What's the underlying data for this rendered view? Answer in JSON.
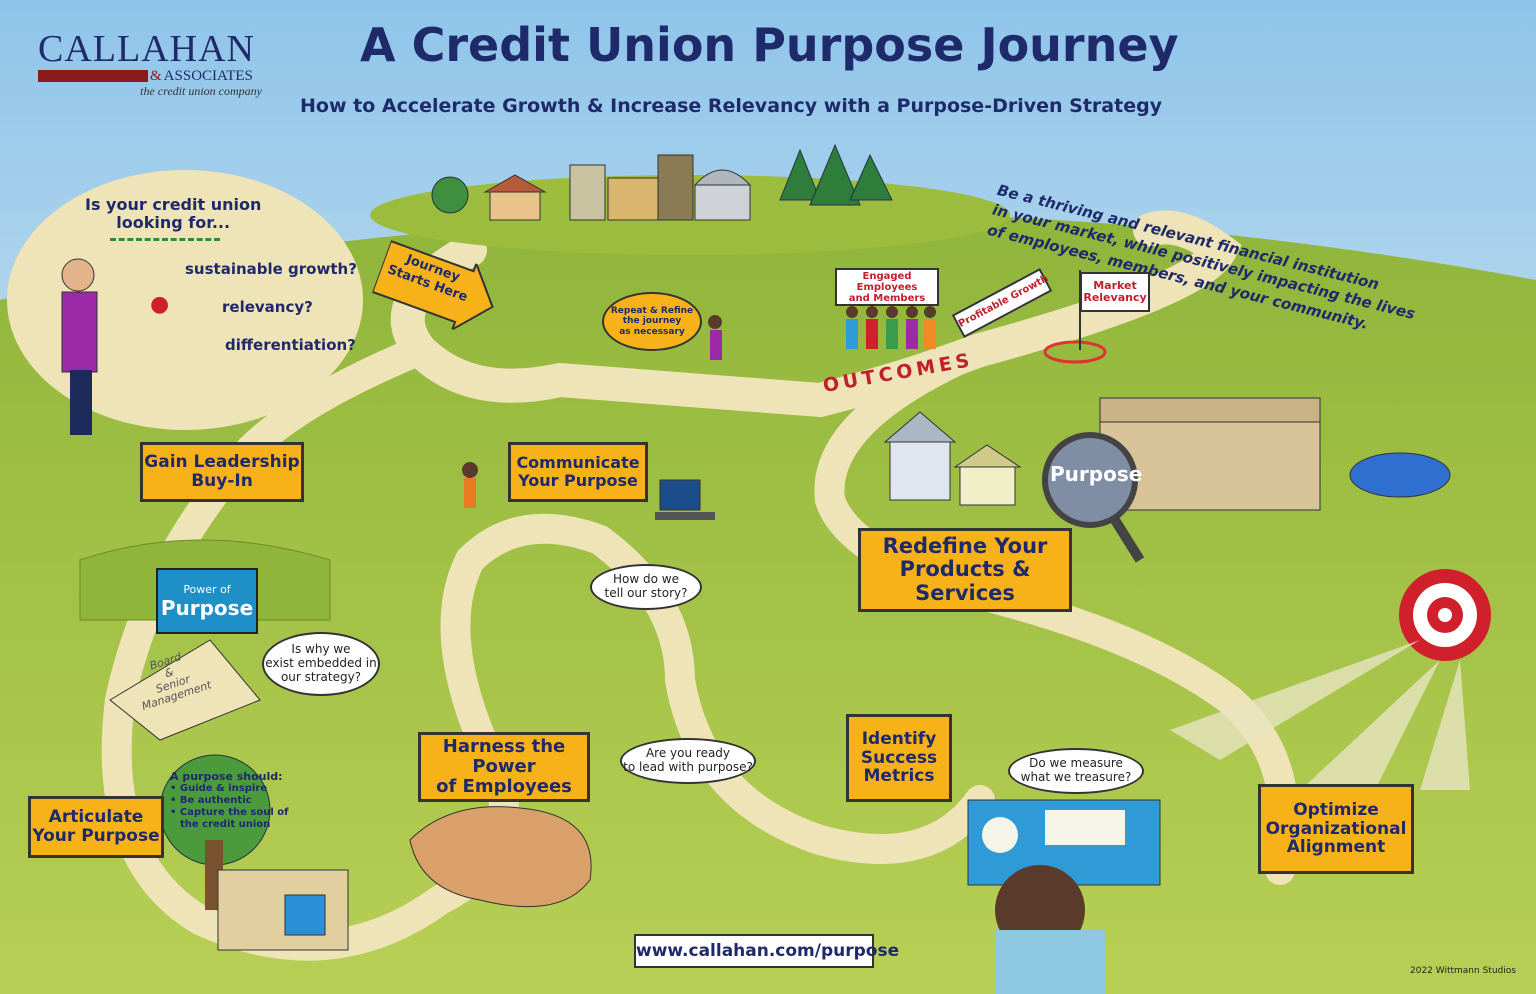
{
  "logo": {
    "name": "CALLAHAN",
    "amp": "&",
    "associates": "ASSOCIATES",
    "tagline": "the credit union company"
  },
  "title": "A Credit Union Purpose Journey",
  "subtitle": "How to Accelerate Growth & Increase Relevancy with a Purpose-Driven Strategy",
  "vision": {
    "line1": "Be a thriving and relevant financial institution",
    "line2": "in your market, while positively impacting the lives",
    "line3": "of employees, members, and your community."
  },
  "intro": {
    "question_line1": "Is your credit union",
    "question_line2": "looking for...",
    "item1": "sustainable growth?",
    "item2": "relevancy?",
    "item3": "differentiation?"
  },
  "start_arrow": {
    "line1": "Journey",
    "line2": "Starts Here"
  },
  "repeat_bubble": {
    "line1": "Repeat & Refine",
    "line2": "the journey",
    "line3": "as necessary"
  },
  "outcomes": {
    "label": "OUTCOMES",
    "banner1_line1": "Engaged Employees",
    "banner1_line2": "and Members",
    "banner2": "Profitable Growth",
    "flag_line1": "Market",
    "flag_line2": "Relevancy"
  },
  "steps": {
    "gain": {
      "line1": "Gain Leadership",
      "line2": "Buy-In"
    },
    "communicate": {
      "line1": "Communicate",
      "line2": "Your Purpose"
    },
    "redefine": {
      "line1": "Redefine Your",
      "line2": "Products & Services"
    },
    "articulate": {
      "line1": "Articulate",
      "line2": "Your Purpose"
    },
    "harness": {
      "line1": "Harness the Power",
      "line2": "of Employees"
    },
    "identify": {
      "line1": "Identify",
      "line2": "Success",
      "line3": "Metrics"
    },
    "optimize": {
      "line1": "Optimize",
      "line2": "Organizational",
      "line3": "Alignment"
    }
  },
  "power_sign": {
    "line1": "Power of",
    "line2": "Purpose"
  },
  "table_label": {
    "line1": "Board",
    "line2": "&",
    "line3": "Senior",
    "line4": "Management"
  },
  "bubbles": {
    "strategy": {
      "line1": "Is why we",
      "line2": "exist embedded in",
      "line3": "our strategy?"
    },
    "story": {
      "line1": "How do we",
      "line2": "tell our story?"
    },
    "lead": {
      "line1": "Are you ready",
      "line2": "to lead with purpose?"
    },
    "measure": {
      "line1": "Do we measure",
      "line2": "what we treasure?"
    }
  },
  "purpose_should": {
    "heading": "A purpose should:",
    "b1": "Guide & inspire",
    "b2": "Be authentic",
    "b3": "Capture the soul of",
    "b4": "the credit union"
  },
  "magnifier_word": "Purpose",
  "url": "www.callahan.com/purpose",
  "credit": "2022 Wittmann Studios",
  "colors": {
    "sky_top": "#9cc9ea",
    "grass": "#a8c64a",
    "path": "#efe3b8",
    "sign": "#f8b219",
    "title": "#1f2a6b",
    "brand_red": "#8b1a1a"
  }
}
